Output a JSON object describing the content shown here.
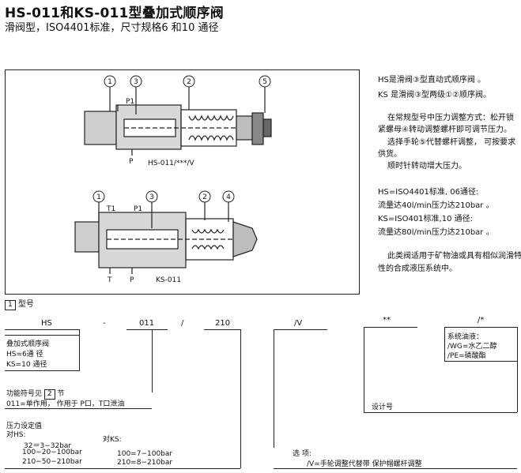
{
  "header": {
    "title": "HS-011和KS-011型叠加式顺序阀",
    "subtitle": "滑阀型，ISO4401标准，尺寸规格6 和10 通径"
  },
  "figure": {
    "callouts_top": [
      "1",
      "3",
      "2",
      "5"
    ],
    "callouts_bottom": [
      "1",
      "3",
      "2",
      "4"
    ],
    "top_labels": {
      "p1": "P1",
      "p": "P",
      "caption": "HS-011/***/V"
    },
    "bottom_labels": {
      "t1": "T1",
      "p1": "P1",
      "t": "T",
      "p": "P",
      "caption": "KS-011"
    }
  },
  "right_text": {
    "l1": "HS是滑阀③型直动式顺序阀 。",
    "l2": "KS 是滑阀③型两级①②顺序阀。",
    "l3": "在常规型号中压力调整方式：松开锁",
    "l4": "紧螺母④转动调整螺杆即可调节压力。",
    "l5": "选择手轮⑤代替螺杆调整，  可按要求",
    "l6": "供货。",
    "l7": "顺时针转动增大压力。",
    "l8": "HS=ISO4401标准, 06通径:",
    "l9": "流量达40l/min压力达210bar  。",
    "l10": "KS=ISO401标准,10 通径:",
    "l11": "流量达80l/min压力达210bar  。",
    "l12": "此类阀适用于矿物油或具有相似润滑特",
    "l13": "性的合成液压系统中。"
  },
  "order_code": {
    "section_num": "1",
    "section_label": "型号",
    "fields": {
      "hs": "HS",
      "dash": "-",
      "num": "011",
      "slash": "/",
      "pressure": "210",
      "v": "/V",
      "stars": "**",
      "slash2": "/*"
    },
    "box_series": {
      "l1": "叠加式顺序阀",
      "l2": "HS=6通 径",
      "l3": "KS=10 通径"
    },
    "func": {
      "label": "功能符号见",
      "num": "2",
      "suffix": "节",
      "desc": "011=单作用， 作用于 P口，T口泄油"
    },
    "pressure": {
      "label": "压力设定值",
      "for_hs": "对HS:",
      "for_ks": "对KS:",
      "hs_1": "32＝3−32bar",
      "hs_2": "100−20−100bar",
      "hs_3": "210−50−210bar",
      "ks_1": "100=7−100bar",
      "ks_2": "210=8−210bar"
    },
    "design": "设计号",
    "option": {
      "label": "选 项:",
      "desc": "/V=手轮调整代替带 保护帽螺杆调整"
    },
    "seal": {
      "l1": "系统油液：",
      "l2": "/WG=水乙二醇",
      "l3": "/PE=磷酸酯"
    }
  }
}
